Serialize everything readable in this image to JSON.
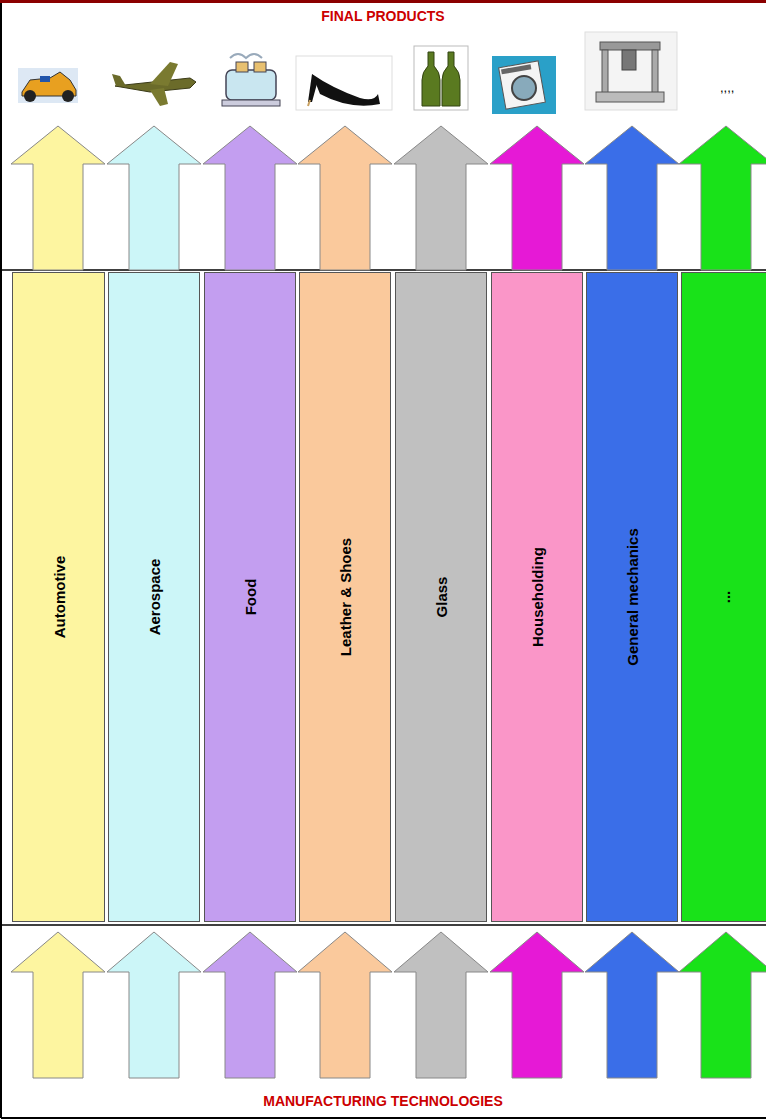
{
  "diagram": {
    "title": "FINAL PRODUCTS",
    "caption": "MANUFACTURING TECHNOLOGIES",
    "nodes": [
      {
        "text": [
          "Automotive"
        ]
      },
      {
        "text": [
          "Aerospace"
        ]
      },
      {
        "text": [
          "Food"
        ]
      },
      {
        "text": [
          "Leather & Shoes"
        ]
      },
      {
        "text": [
          "Glass"
        ]
      },
      {
        "text": [
          "Householding"
        ]
      },
      {
        "text": [
          "General mechanics"
        ]
      },
      {
        "text": [
          "..."
        ]
      }
    ],
    "labels": [
      ",,,,"
    ]
  }
}
